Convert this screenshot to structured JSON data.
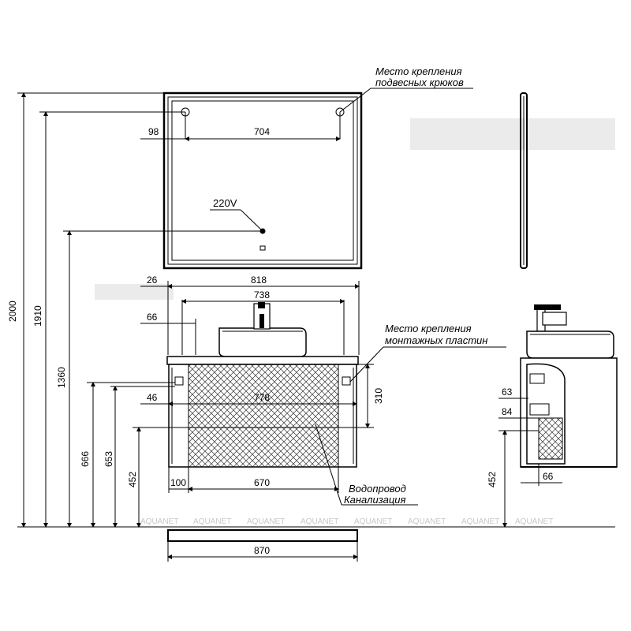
{
  "labels": {
    "mirror_hooks_note_line1": "Место крепления",
    "mirror_hooks_note_line2": "подвесных крюков",
    "plates_note_line1": "Место крепления",
    "plates_note_line2": "монтажных пластин",
    "plumbing_note_line1": "Водопровод",
    "plumbing_note_line2": "Канализация",
    "power": "220V"
  },
  "dimensions": {
    "mirror_hook_offset": "98",
    "mirror_hook_span": "704",
    "top_width": "818",
    "top_left_offset": "26",
    "basin_width": "738",
    "plate_offset": "66",
    "front_width": "778",
    "front_offset": "46",
    "plumbing_span": "670",
    "plumbing_offset": "100",
    "base_width": "870",
    "h_total": "2000",
    "h_mirror_top": "1910",
    "h_power": "1360",
    "h_cabinet_top": "666",
    "h_plates": "653",
    "h_plumbing": "452",
    "drawer_height": "310",
    "side_63": "63",
    "side_84": "84",
    "side_452": "452",
    "side_66": "66"
  },
  "watermark": {
    "text": "AQUANET"
  }
}
